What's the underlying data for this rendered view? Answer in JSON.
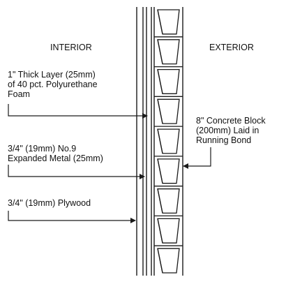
{
  "labels": {
    "interior": "INTERIOR",
    "exterior": "EXTERIOR",
    "foam": [
      "1\" Thick Layer (25mm)",
      "of 40 pct. Polyurethane",
      "Foam"
    ],
    "metal": [
      "3/4\" (19mm) No.9",
      "Expanded Metal (25mm)"
    ],
    "plywood": [
      "3/4\" (19mm) Plywood"
    ],
    "block": [
      "8\" Concrete Block",
      "(200mm) Laid in",
      "Running Bond"
    ]
  },
  "diagram": {
    "block_courses": 9,
    "colors": {
      "line": "#1a1a1a",
      "background": "#ffffff"
    }
  }
}
